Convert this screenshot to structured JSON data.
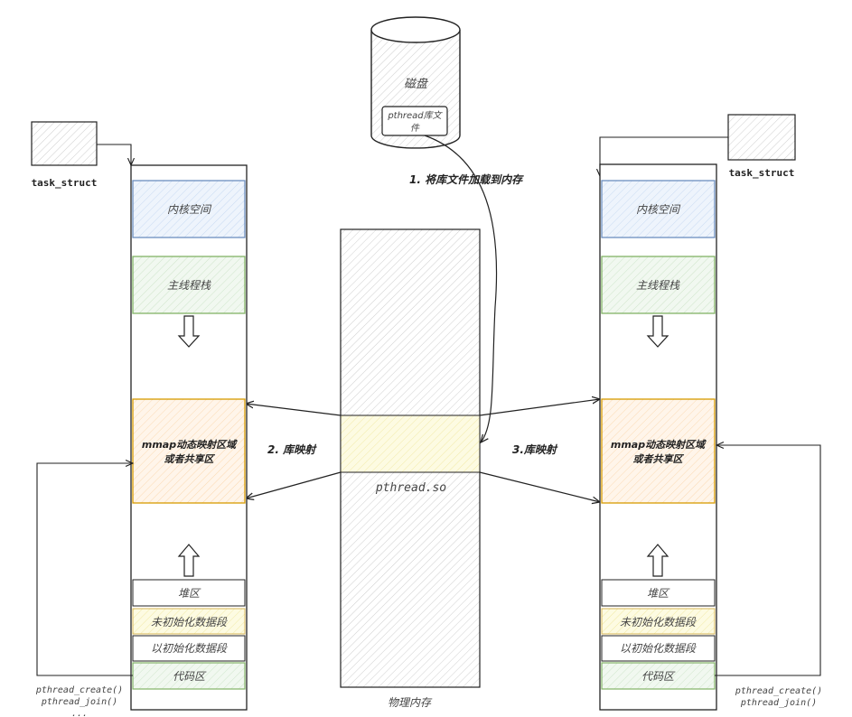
{
  "disk": {
    "label": "磁盘",
    "file_label_line1": "pthread库文",
    "file_label_line2": "件"
  },
  "steps": {
    "load": "1. 将库文件加载到内存",
    "map_left": "2. 库映射",
    "map_right": "3.库映射"
  },
  "physical_memory": {
    "lib_label": "pthread.so",
    "caption": "物理内存"
  },
  "left_process": {
    "task_struct": "task_struct",
    "segments": {
      "kernel": "内核空间",
      "main_stack": "主线程栈",
      "mmap_line1": "mmap动态映射区域",
      "mmap_line2": "或者共享区",
      "heap": "堆区",
      "bss": "未初始化数据段",
      "data": "以初始化数据段",
      "code": "代码区"
    },
    "calls": [
      "pthread_create()",
      "pthread_join()",
      "..."
    ]
  },
  "right_process": {
    "task_struct": "task_struct",
    "segments": {
      "kernel": "内核空间",
      "main_stack": "主线程栈",
      "mmap_line1": "mmap动态映射区域",
      "mmap_line2": "或者共享区",
      "heap": "堆区",
      "bss": "未初始化数据段",
      "data": "以初始化数据段",
      "code": "代码区"
    },
    "calls": [
      "pthread_create()",
      "pthread_join()"
    ]
  },
  "colors": {
    "kernel_stroke": "#6c8ebf",
    "kernel_fill": "#dae8fc",
    "stack_stroke": "#82b366",
    "stack_fill": "#d5e8d4",
    "mmap_stroke": "#d79b00",
    "mmap_fill": "#ffe6cc",
    "bss_fill": "#fff2cc",
    "lib_fill": "#fbf6c9"
  }
}
